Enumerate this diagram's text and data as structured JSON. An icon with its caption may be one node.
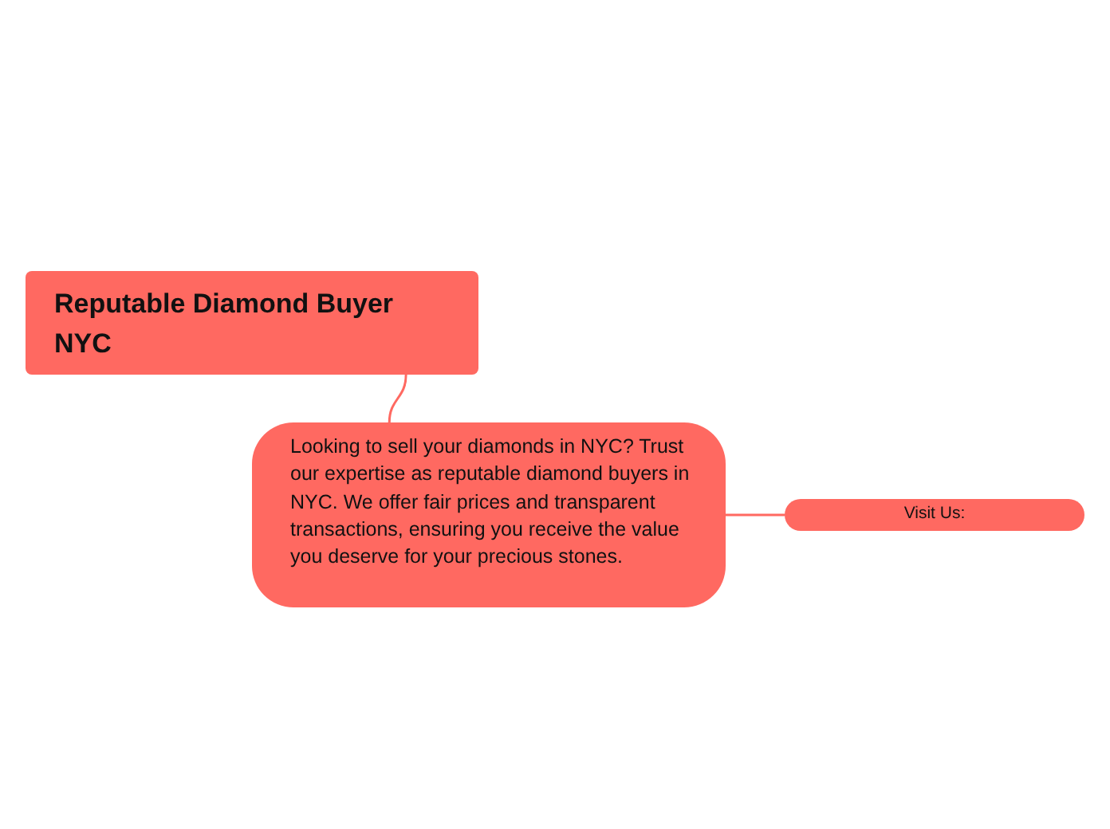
{
  "diagram": {
    "nodes": [
      {
        "text": [
          "Reputable Diamond Buyer NYC"
        ]
      },
      {
        "text": [
          "Looking to sell your diamonds in NYC? Trust our expertise as reputable diamond buyers in NYC. We offer fair prices and transparent transactions, ensuring you receive the value you deserve for your precious stones."
        ]
      },
      {
        "text": [
          "Visit Us:"
        ]
      }
    ],
    "edges": [
      {
        "from": 0,
        "to": 1,
        "arrow": "none"
      },
      {
        "from": 1,
        "to": 2,
        "arrow": "none"
      }
    ]
  }
}
